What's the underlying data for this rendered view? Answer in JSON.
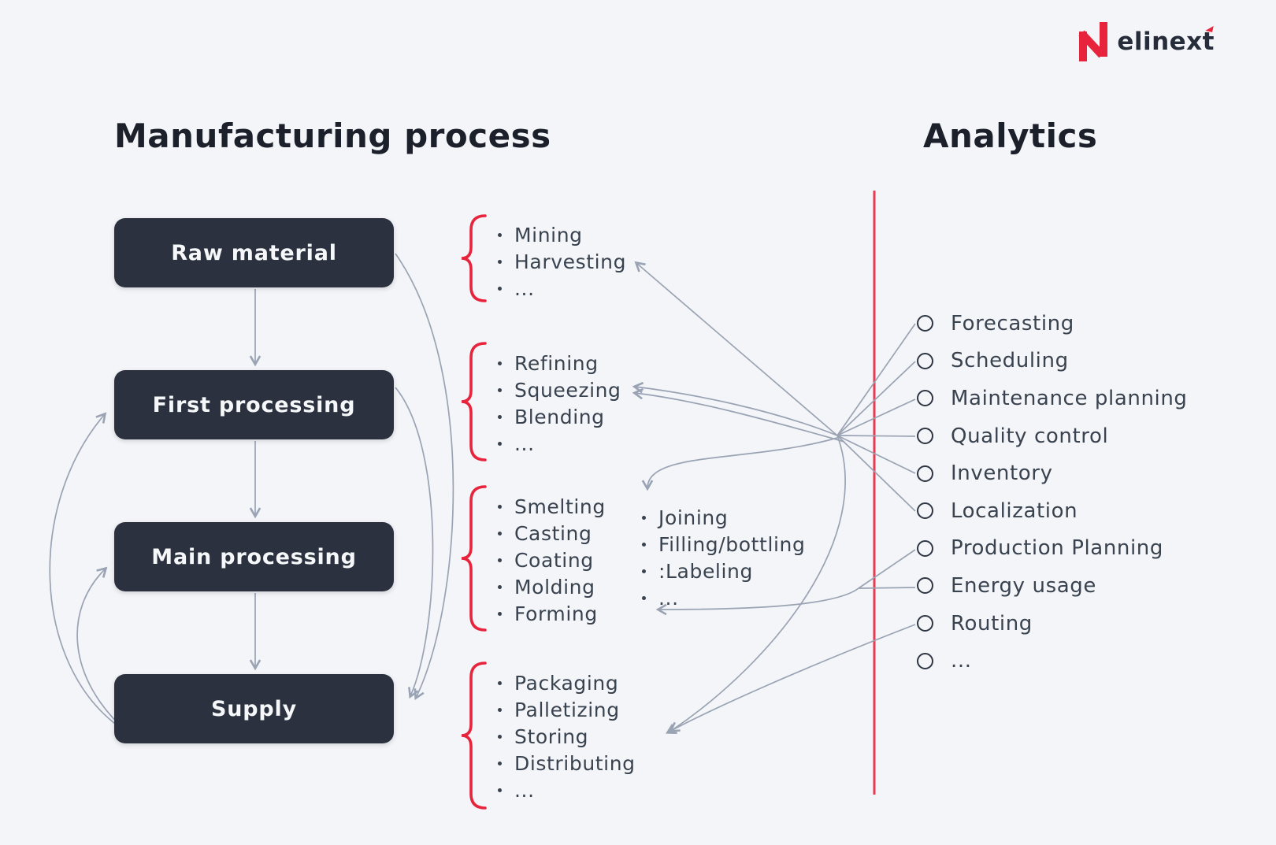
{
  "logo": {
    "text": "elinext"
  },
  "titles": {
    "left": "Manufacturing process",
    "right": "Analytics"
  },
  "process_boxes": [
    {
      "label": "Raw material"
    },
    {
      "label": "First processing"
    },
    {
      "label": "Main processing"
    },
    {
      "label": "Supply"
    }
  ],
  "detail_groups": {
    "raw_material": [
      "Mining",
      "Harvesting",
      "..."
    ],
    "first_processing": [
      "Refining",
      "Squeezing",
      "Blending",
      "..."
    ],
    "main_processing": [
      "Smelting",
      "Casting",
      "Coating",
      "Molding",
      "Forming"
    ],
    "secondary_processing": [
      "Joining",
      "Filling/bottling",
      ":Labeling",
      "..."
    ],
    "supply": [
      "Packaging",
      "Palletizing",
      "Storing",
      "Distributing",
      "..."
    ]
  },
  "analytics": {
    "items": [
      "Forecasting",
      "Scheduling",
      "Maintenance planning",
      "Quality control",
      "Inventory",
      "Localization",
      "Production Planning",
      "Energy usage",
      "Routing",
      "..."
    ]
  },
  "colors": {
    "background": "#f4f5f8",
    "box_dark": "#2b313f",
    "accent_red": "#e8243d",
    "divider_red": "#e93a52",
    "connector_gray": "#99a3b3",
    "text_dark": "#39424f"
  }
}
